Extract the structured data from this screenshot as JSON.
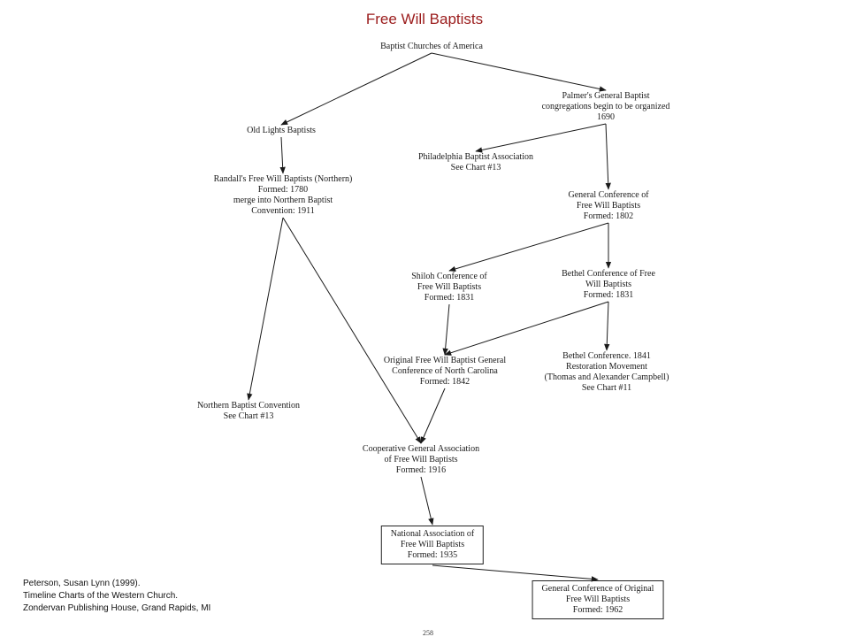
{
  "title": "Free Will Baptists",
  "nodes": {
    "baptist_churches": {
      "lines": [
        "Baptist Churches of America"
      ]
    },
    "palmers": {
      "lines": [
        "Palmer's General Baptist",
        "congregations begin to be organized",
        "1690"
      ]
    },
    "old_lights": {
      "lines": [
        "Old Lights Baptists"
      ]
    },
    "philadelphia": {
      "lines": [
        "Philadelphia Baptist Association",
        "See Chart #13"
      ]
    },
    "randalls": {
      "lines": [
        "Randall's Free Will Baptists (Northern)",
        "Formed: 1780",
        "merge into Northern Baptist",
        "Convention: 1911"
      ]
    },
    "general_conf_fwb": {
      "lines": [
        "General Conference of",
        "Free Will Baptists",
        "Formed: 1802"
      ]
    },
    "shiloh": {
      "lines": [
        "Shiloh Conference of",
        "Free Will Baptists",
        "Formed: 1831"
      ]
    },
    "bethel_fwb": {
      "lines": [
        "Bethel Conference of Free",
        "Will Baptists",
        "Formed: 1831"
      ]
    },
    "original_fwb_nc": {
      "lines": [
        "Original Free Will Baptist General",
        "Conference of North Carolina",
        "Formed: 1842"
      ]
    },
    "bethel_1841": {
      "lines": [
        "Bethel Conference. 1841",
        "Restoration Movement",
        "(Thomas and Alexander Campbell)",
        "See Chart #11"
      ]
    },
    "northern_baptist": {
      "lines": [
        "Northern Baptist Convention",
        "See Chart #13"
      ]
    },
    "cooperative": {
      "lines": [
        "Cooperative General Association",
        "of Free Will Baptists",
        "Formed: 1916"
      ]
    },
    "national_assoc": {
      "lines": [
        "National Association of",
        "Free Will Baptists",
        "Formed: 1935"
      ]
    },
    "general_conf_original": {
      "lines": [
        "General Conference of Original",
        "Free Will Baptists",
        "Formed: 1962"
      ]
    }
  },
  "edges": [
    {
      "from": "baptist_churches",
      "to": "old_lights"
    },
    {
      "from": "baptist_churches",
      "to": "palmers"
    },
    {
      "from": "palmers",
      "to": "philadelphia"
    },
    {
      "from": "palmers",
      "to": "general_conf_fwb"
    },
    {
      "from": "old_lights",
      "to": "randalls"
    },
    {
      "from": "randalls",
      "to": "northern_baptist"
    },
    {
      "from": "randalls",
      "to": "cooperative"
    },
    {
      "from": "general_conf_fwb",
      "to": "shiloh"
    },
    {
      "from": "general_conf_fwb",
      "to": "bethel_fwb"
    },
    {
      "from": "shiloh",
      "to": "original_fwb_nc"
    },
    {
      "from": "bethel_fwb",
      "to": "original_fwb_nc"
    },
    {
      "from": "bethel_fwb",
      "to": "bethel_1841"
    },
    {
      "from": "original_fwb_nc",
      "to": "cooperative"
    },
    {
      "from": "cooperative",
      "to": "national_assoc"
    },
    {
      "from": "national_assoc",
      "to": "general_conf_original"
    }
  ],
  "citation": [
    "Peterson, Susan Lynn (1999).",
    "Timeline Charts of the Western Church.",
    "Zondervan Publishing House, Grand Rapids, MI"
  ],
  "page_number": "258"
}
